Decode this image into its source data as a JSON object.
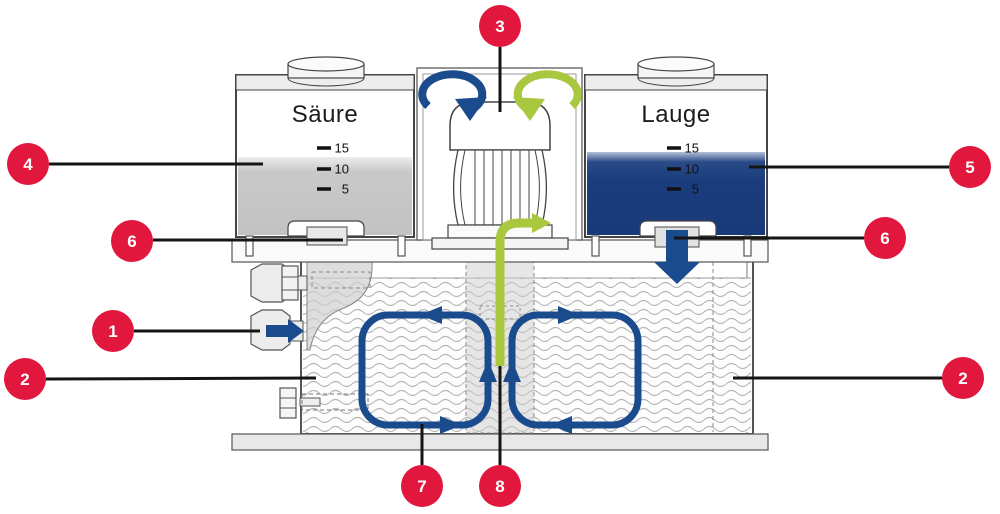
{
  "tanks": {
    "acid": {
      "name": "Säure",
      "scale_marks": [
        "15",
        "10",
        "5"
      ]
    },
    "caustic": {
      "name": "Lauge",
      "scale_marks": [
        "15",
        "10",
        "5"
      ]
    }
  },
  "callouts": {
    "c1": "1",
    "c2": "2",
    "c3": "3",
    "c4": "4",
    "c5": "5",
    "c6": "6",
    "c7": "7",
    "c8": "8"
  },
  "colors": {
    "callout_red": "#e2173d",
    "flow_blue": "#1a4b8d",
    "caustic_liquid": "#1b3d7d",
    "acid_liquid": "#c4c4c4",
    "dosing_green": "#a9c83f",
    "water_wave_gray": "#b5b5b5"
  }
}
